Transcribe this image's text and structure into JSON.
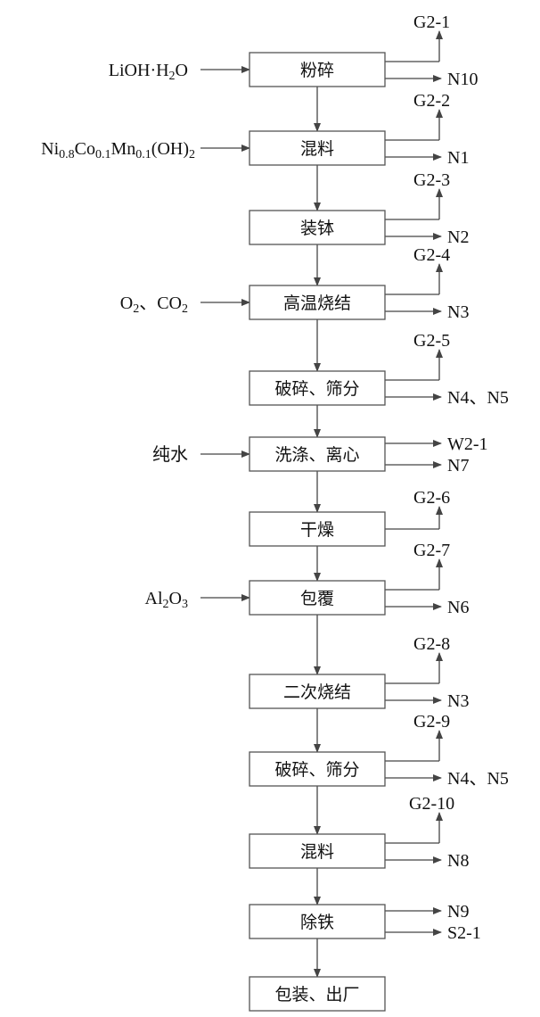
{
  "steps": [
    {
      "label": "粉碎",
      "outputs": [
        "G2-1",
        "N10"
      ]
    },
    {
      "label": "混料",
      "outputs": [
        "G2-2",
        "N1"
      ]
    },
    {
      "label": "装钵",
      "outputs": [
        "G2-3",
        "N2"
      ]
    },
    {
      "label": "高温烧结",
      "outputs": [
        "G2-4",
        "N3"
      ]
    },
    {
      "label": "破碎、筛分",
      "outputs": [
        "G2-5",
        "N4、N5"
      ]
    },
    {
      "label": "洗涤、离心",
      "outputs": [
        "W2-1",
        "N7"
      ]
    },
    {
      "label": "干燥",
      "outputs": [
        "G2-6"
      ]
    },
    {
      "label": "包覆",
      "outputs": [
        "G2-7",
        "N6"
      ]
    },
    {
      "label": "二次烧结",
      "outputs": [
        "G2-8",
        "N3"
      ]
    },
    {
      "label": "破碎、筛分",
      "outputs": [
        "G2-9",
        "N4、N5"
      ]
    },
    {
      "label": "混料",
      "outputs": [
        "G2-10",
        "N8"
      ]
    },
    {
      "label": "除铁",
      "outputs": [
        "N9",
        "S2-1"
      ]
    },
    {
      "label": "包装、出厂",
      "outputs": []
    }
  ],
  "inputs": [
    {
      "step": 0,
      "parts": [
        {
          "t": "LiOH·H"
        },
        {
          "t": "2",
          "sub": true
        },
        {
          "t": "O"
        }
      ]
    },
    {
      "step": 1,
      "parts": [
        {
          "t": "Ni"
        },
        {
          "t": "0.8",
          "sub": true
        },
        {
          "t": "Co"
        },
        {
          "t": "0.1",
          "sub": true
        },
        {
          "t": "Mn"
        },
        {
          "t": "0.1",
          "sub": true
        },
        {
          "t": "(OH)"
        },
        {
          "t": "2",
          "sub": true
        }
      ]
    },
    {
      "step": 3,
      "parts": [
        {
          "t": "O"
        },
        {
          "t": "2",
          "sub": true
        },
        {
          "t": "、",
          "cn": true
        },
        {
          "t": "CO"
        },
        {
          "t": "2",
          "sub": true
        }
      ]
    },
    {
      "step": 5,
      "parts": [
        {
          "t": "纯水",
          "cn": true
        }
      ]
    },
    {
      "step": 7,
      "parts": [
        {
          "t": "Al"
        },
        {
          "t": "2",
          "sub": true
        },
        {
          "t": "O"
        },
        {
          "t": "3",
          "sub": true
        }
      ]
    }
  ]
}
